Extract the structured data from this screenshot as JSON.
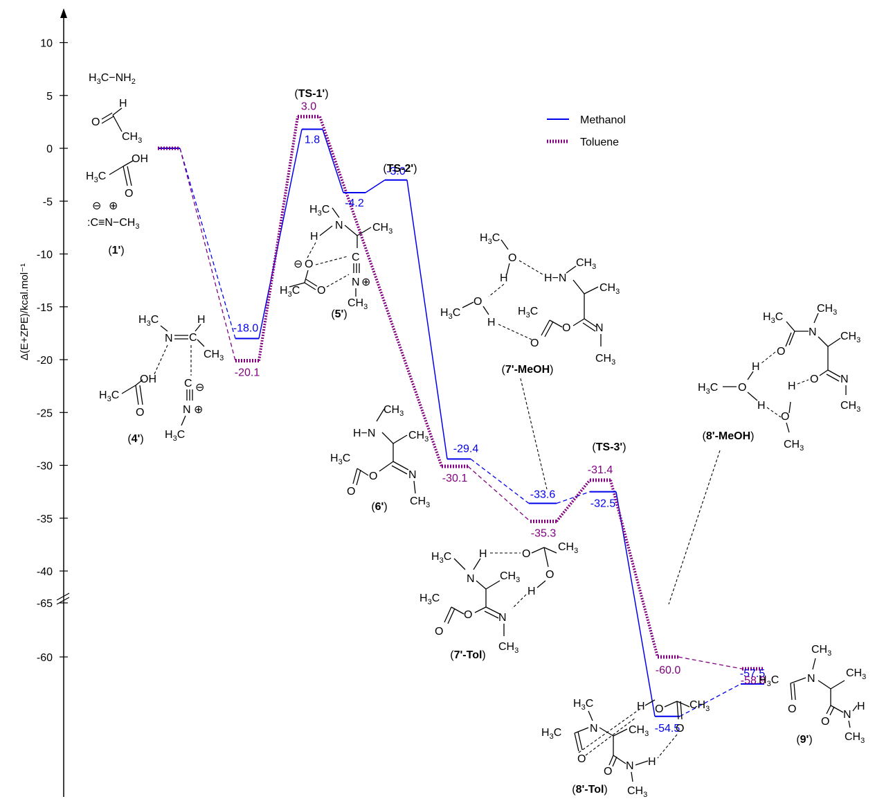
{
  "chart_data": {
    "type": "line",
    "ylabel": "Δ(E+ZPE)/kcal.mol⁻¹",
    "y_ticks": [
      10,
      5,
      0,
      -5,
      -10,
      -15,
      -20,
      -25,
      -30,
      -35,
      -40,
      -60,
      -65
    ],
    "y_tick_labels": [
      "10",
      "5",
      "0",
      "-5",
      "-10",
      "-15",
      "-20",
      "-25",
      "-30",
      "-35",
      "-40",
      "-60",
      "-65"
    ],
    "axis_break": [
      -40,
      -60
    ],
    "legend": {
      "position": "top-right",
      "entries": [
        {
          "name": "Methanol",
          "color": "#0000ee",
          "style": "solid"
        },
        {
          "name": "Toluene",
          "color": "#800080",
          "style": "dotted"
        }
      ]
    },
    "series": [
      {
        "name": "Methanol",
        "color": "#0000ee",
        "points": [
          {
            "stage": "1'",
            "value": 0.0,
            "label": ""
          },
          {
            "stage": "4'",
            "value": -18.0,
            "label": "-18.0"
          },
          {
            "stage": "TS-1'",
            "value": 1.8,
            "label": "1.8"
          },
          {
            "stage": "5'",
            "value": -4.2,
            "label": "-4.2"
          },
          {
            "stage": "TS-2'",
            "value": -3.0,
            "label": "-3.0"
          },
          {
            "stage": "6'",
            "value": -29.4,
            "label": "-29.4"
          },
          {
            "stage": "7'",
            "value": -33.6,
            "label": "-33.6"
          },
          {
            "stage": "TS-3'",
            "value": -32.5,
            "label": "-32.5"
          },
          {
            "stage": "8'",
            "value": -54.5,
            "label": "-54.5"
          },
          {
            "stage": "9'",
            "value": -57.5,
            "label": "-57.5"
          }
        ]
      },
      {
        "name": "Toluene",
        "color": "#800080",
        "points": [
          {
            "stage": "1'",
            "value": 0.0,
            "label": ""
          },
          {
            "stage": "4'",
            "value": -20.1,
            "label": "-20.1"
          },
          {
            "stage": "TS-1'",
            "value": 3.0,
            "label": "3.0"
          },
          {
            "stage": "5'",
            "value": null,
            "label": ""
          },
          {
            "stage": "TS-2'",
            "value": null,
            "label": ""
          },
          {
            "stage": "6'",
            "value": -30.1,
            "label": "-30.1"
          },
          {
            "stage": "7'",
            "value": -35.3,
            "label": "-35.3"
          },
          {
            "stage": "TS-3'",
            "value": -31.4,
            "label": "-31.4"
          },
          {
            "stage": "8'",
            "value": -60.0,
            "label": "-60.0"
          },
          {
            "stage": "9'",
            "value": -58.9,
            "label": "-58.9"
          }
        ]
      }
    ],
    "compound_labels": [
      {
        "id": "c1",
        "pre": "(",
        "bold": "1'",
        "post": ")"
      },
      {
        "id": "c4",
        "pre": "(",
        "bold": "4'",
        "post": ")"
      },
      {
        "id": "cts1",
        "pre": "(",
        "bold": "TS-1'",
        "post": ")"
      },
      {
        "id": "cts2",
        "pre": "(",
        "bold": "TS-2'",
        "post": ")"
      },
      {
        "id": "c5",
        "pre": "(",
        "bold": "5'",
        "post": ")"
      },
      {
        "id": "c6",
        "pre": "(",
        "bold": "6'",
        "post": ")"
      },
      {
        "id": "c7m",
        "pre": "(",
        "bold": "7'-MeOH",
        "post": ")"
      },
      {
        "id": "c7t",
        "pre": "(",
        "bold": "7'-Tol",
        "post": ")"
      },
      {
        "id": "cts3",
        "pre": "(",
        "bold": "TS-3'",
        "post": ")"
      },
      {
        "id": "c8m",
        "pre": "(",
        "bold": "8'-MeOH",
        "post": ")"
      },
      {
        "id": "c8t",
        "pre": "(",
        "bold": "8'-Tol",
        "post": ")"
      },
      {
        "id": "c9",
        "pre": "(",
        "bold": "9'",
        "post": ")"
      }
    ]
  }
}
